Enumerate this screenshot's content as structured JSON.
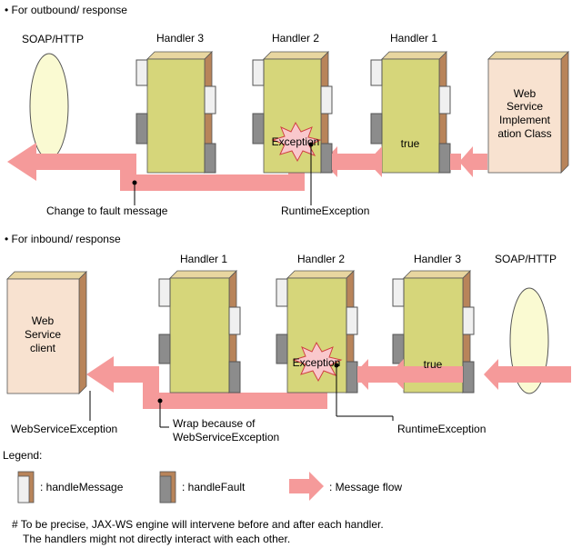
{
  "sections": {
    "outbound": {
      "title": "• For outbound/ response",
      "soap_label": "SOAP/HTTP",
      "handlers": [
        "Handler 3",
        "Handler 2",
        "Handler 1"
      ],
      "service_lines": [
        "Web",
        "Service",
        "Implement",
        "ation Class"
      ],
      "true_label": "true",
      "exception_label": "Exception",
      "fault_label": "Change to fault message",
      "runtime_label": "RuntimeException"
    },
    "inbound": {
      "title": "• For inbound/ response",
      "handlers": [
        "Handler 1",
        "Handler 2",
        "Handler 3"
      ],
      "soap_label": "SOAP/HTTP",
      "client_lines": [
        "Web",
        "Service",
        "client"
      ],
      "true_label": "true",
      "exception_label": "Exception",
      "wsexception_label": "WebServiceException",
      "wrap_lines": [
        "Wrap because of",
        "WebServiceException"
      ],
      "runtime_label": "RuntimeException"
    }
  },
  "legend": {
    "title": "Legend:",
    "handle_message": ": handleMessage",
    "handle_fault": ": handleFault",
    "message_flow": ": Message flow"
  },
  "footnote": {
    "line1": "# To be precise, JAX-WS engine will intervene before and after each handler.",
    "line2": "The handlers might not directly interact with each other."
  },
  "colors": {
    "handler_body": "#d6d67a",
    "handler_edge": "#b8845a",
    "handle_message_box": "#f0f0f0",
    "handle_fault_box": "#8c8c8c",
    "flow_arrow": "#f59a9a",
    "soap_ellipse": "#fafad2",
    "service_box": "#f8e2d0",
    "exception_burst": "#f9c8cc"
  }
}
